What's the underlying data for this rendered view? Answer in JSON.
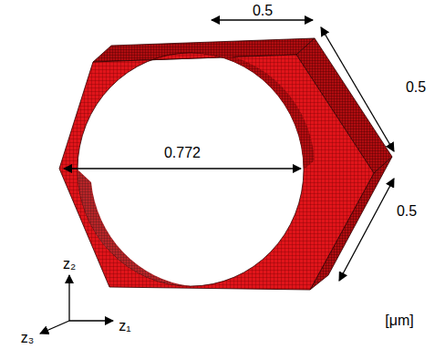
{
  "diagram": {
    "labels": [
      "0.5",
      "0.5",
      "0.5",
      "0.772",
      "z₂",
      "z₁",
      "z₃",
      "[μm]"
    ]
  }
}
